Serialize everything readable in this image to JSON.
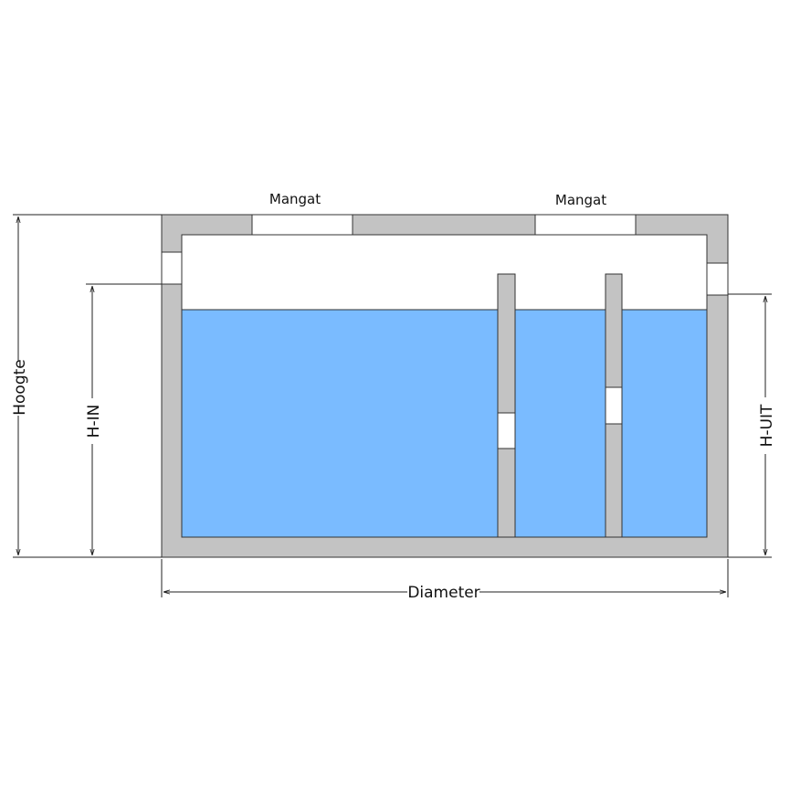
{
  "labels": {
    "manhole_left": "Mangat",
    "manhole_right": "Mangat",
    "height": "Hoogte",
    "inlet_height": "H-IN",
    "outlet_height": "H-UIT",
    "diameter": "Diameter"
  },
  "colors": {
    "wall": "#c3c3c3",
    "water": "#7abbff",
    "outline": "#333333",
    "background": "#ffffff"
  }
}
